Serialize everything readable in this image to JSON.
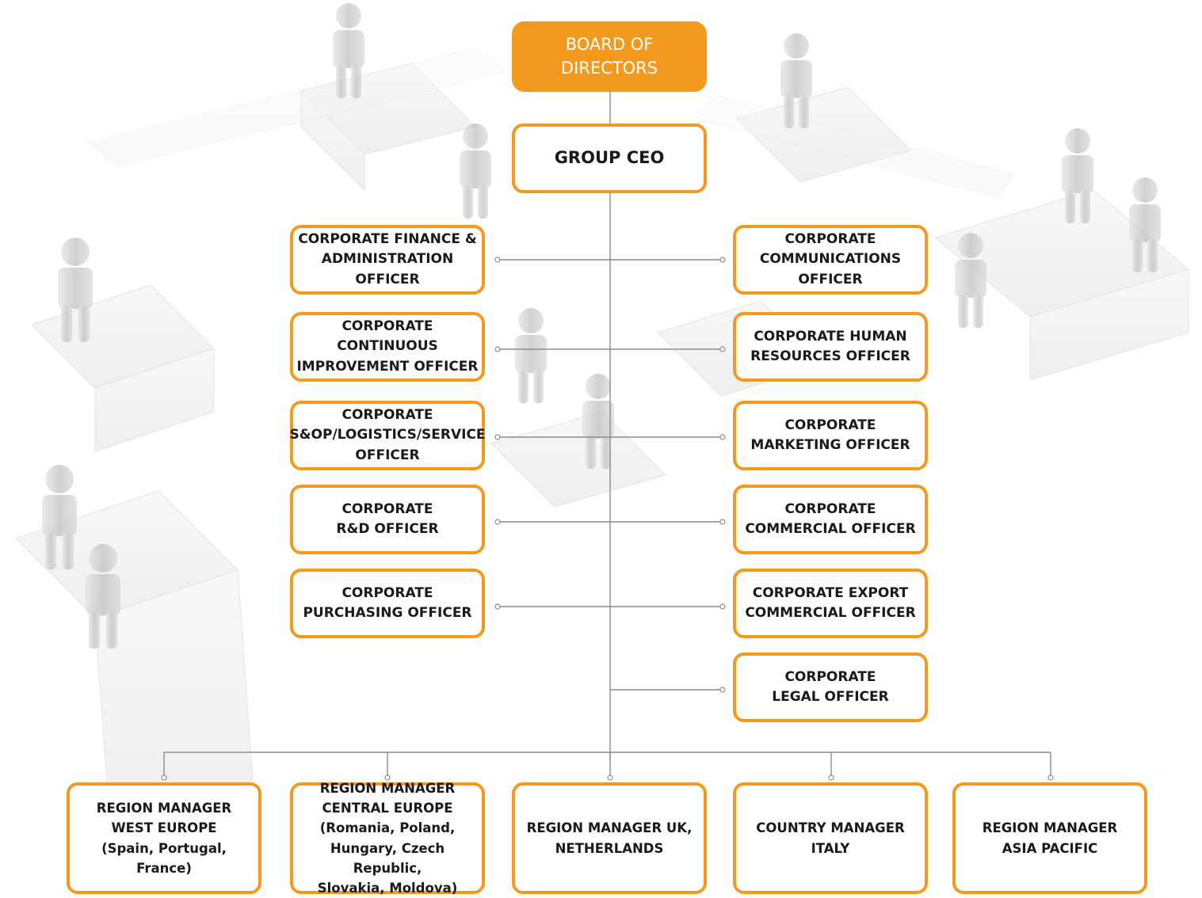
{
  "chart": {
    "board": "BOARD OF\nDIRECTORS",
    "ceo": "GROUP CEO",
    "left_officers": [
      "CORPORATE FINANCE &\nADMINISTRATION OFFICER",
      "CORPORATE CONTINUOUS\nIMPROVEMENT OFFICER",
      "CORPORATE\nS&OP/LOGISTICS/SERVICE\nOFFICER",
      "CORPORATE\nR&D OFFICER",
      "CORPORATE\nPURCHASING OFFICER"
    ],
    "right_officers": [
      "CORPORATE\nCOMMUNICATIONS\nOFFICER",
      "CORPORATE HUMAN\nRESOURCES OFFICER",
      "CORPORATE\nMARKETING OFFICER",
      "CORPORATE\nCOMMERCIAL OFFICER",
      "CORPORATE EXPORT\nCOMMERCIAL OFFICER",
      "CORPORATE\nLEGAL OFFICER"
    ],
    "regions": [
      "REGION MANAGER\nWEST EUROPE\n(Spain, Portugal, France)",
      "REGION MANAGER\nCENTRAL EUROPE\n(Romania, Poland,\nHungary, Czech Republic,\nSlovakia, Moldova)",
      "REGION MANAGER UK,\nNETHERLANDS",
      "COUNTRY MANAGER\nITALY",
      "REGION MANAGER\nASIA PACIFIC"
    ]
  },
  "colors": {
    "accent": "#f39a1e",
    "line": "#8c8c8c",
    "text": "#1a1a1a"
  }
}
